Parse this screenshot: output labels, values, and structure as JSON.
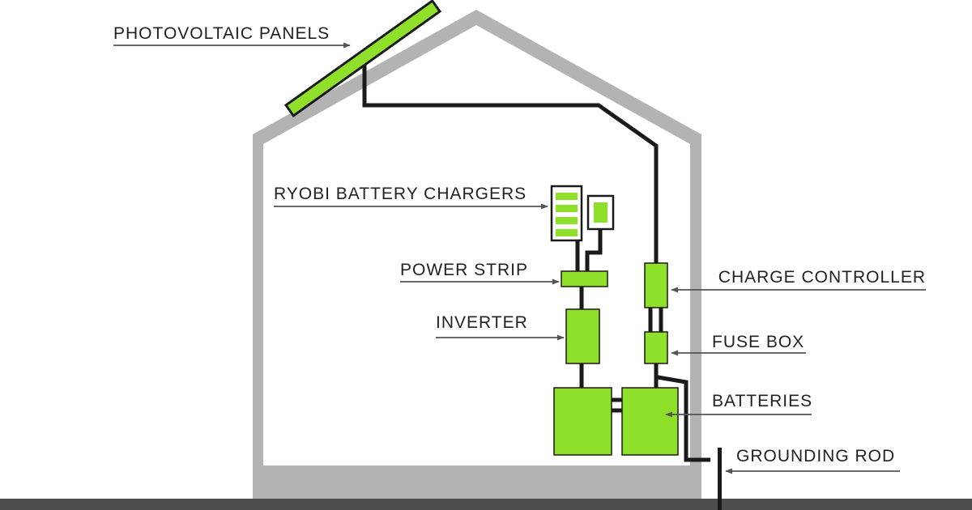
{
  "labels": {
    "photovoltaic_panels": "PHOTOVOLTAIC PANELS",
    "ryobi_battery_chargers": "RYOBI BATTERY CHARGERS",
    "power_strip": "POWER STRIP",
    "inverter": "INVERTER",
    "charge_controller": "CHARGE CONTROLLER",
    "fuse_box": "FUSE BOX",
    "batteries": "BATTERIES",
    "grounding_rod": "GROUNDING ROD"
  },
  "colors": {
    "component_green": "#8ee02a",
    "house_gray": "#b3b3b3",
    "ground_gray": "#4d4d4d",
    "wire": "#1a1a1a",
    "label_text": "#231f20",
    "arrow": "#555555"
  }
}
